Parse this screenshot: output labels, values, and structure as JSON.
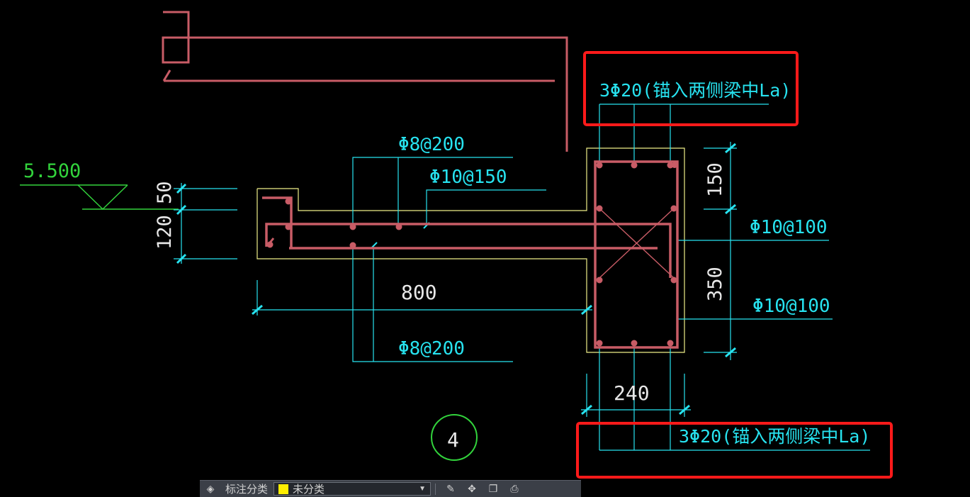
{
  "drawing": {
    "elevation": "5.500",
    "dim_50": "50",
    "dim_120": "120",
    "dim_800": "800",
    "dim_150": "150",
    "dim_350": "350",
    "dim_240": "240",
    "rebar_top_slab": "Φ8@200",
    "rebar_mid_slab": "Φ10@150",
    "rebar_bottom_slab": "Φ8@200",
    "stirrup_upper": "Φ10@100",
    "stirrup_lower": "Φ10@100",
    "top_bars_note": "3Φ20(锚入两侧梁中La)",
    "bottom_bars_note": "3Φ20(锚入两侧梁中La)",
    "section_number": "4"
  },
  "colors": {
    "rebar": "#c85c66",
    "dimension": "#27e3f0",
    "outline": "#eeee88",
    "highlight": "#ff1a1a",
    "marker": "#32d33c"
  },
  "toolbar": {
    "layer_label": "标注分类",
    "layer_value": "未分类",
    "layer_swatch": "#ffee00",
    "icons": [
      "layers-icon",
      "edit-icon",
      "move-icon",
      "copy-icon",
      "print-icon"
    ]
  }
}
